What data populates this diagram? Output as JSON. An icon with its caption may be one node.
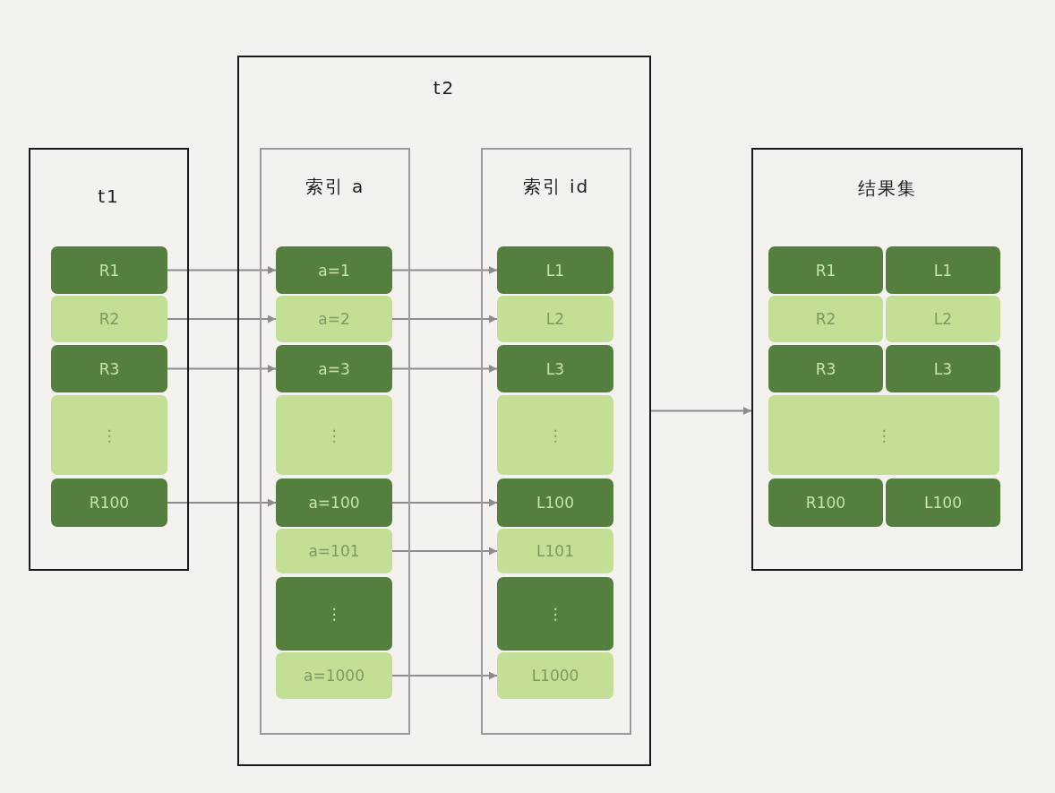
{
  "diagram": {
    "nodes": [
      {
        "text": [
          "t1"
        ]
      },
      {
        "text": [
          "R1"
        ],
        "in": 0
      },
      {
        "text": [
          "R2"
        ],
        "in": 0
      },
      {
        "text": [
          "R3"
        ],
        "in": 0
      },
      {
        "text": [
          "⋮"
        ],
        "in": 0
      },
      {
        "text": [
          "R100"
        ],
        "in": 0
      },
      {
        "text": [
          "t2"
        ]
      },
      {
        "text": [
          "索引 a"
        ],
        "in": 6
      },
      {
        "text": [
          "a=1"
        ],
        "in": 7
      },
      {
        "text": [
          "a=2"
        ],
        "in": 7
      },
      {
        "text": [
          "a=3"
        ],
        "in": 7
      },
      {
        "text": [
          "⋮"
        ],
        "in": 7
      },
      {
        "text": [
          "a=100"
        ],
        "in": 7
      },
      {
        "text": [
          "a=101"
        ],
        "in": 7
      },
      {
        "text": [
          "⋮"
        ],
        "in": 7
      },
      {
        "text": [
          "a=1000"
        ],
        "in": 7
      },
      {
        "text": [
          "索引 id"
        ],
        "in": 6
      },
      {
        "text": [
          "L1"
        ],
        "in": 16
      },
      {
        "text": [
          "L2"
        ],
        "in": 16
      },
      {
        "text": [
          "L3"
        ],
        "in": 16
      },
      {
        "text": [
          "⋮"
        ],
        "in": 16
      },
      {
        "text": [
          "L100"
        ],
        "in": 16
      },
      {
        "text": [
          "L101"
        ],
        "in": 16
      },
      {
        "text": [
          "⋮"
        ],
        "in": 16
      },
      {
        "text": [
          "L1000"
        ],
        "in": 16
      },
      {
        "text": [
          "结果集"
        ]
      },
      {
        "text": [
          "R1"
        ],
        "in": 25
      },
      {
        "text": [
          "L1"
        ],
        "in": 25
      },
      {
        "text": [
          "R2"
        ],
        "in": 25
      },
      {
        "text": [
          "L2"
        ],
        "in": 25
      },
      {
        "text": [
          "R3"
        ],
        "in": 25
      },
      {
        "text": [
          "L3"
        ],
        "in": 25
      },
      {
        "text": [
          "⋮"
        ],
        "in": 25
      },
      {
        "text": [
          "R100"
        ],
        "in": 25
      },
      {
        "text": [
          "L100"
        ],
        "in": 25
      }
    ],
    "edges": [
      {
        "from": 1,
        "to": 8,
        "arrow": "to"
      },
      {
        "from": 2,
        "to": 9,
        "arrow": "to"
      },
      {
        "from": 3,
        "to": 10,
        "arrow": "to"
      },
      {
        "from": 5,
        "to": 12,
        "arrow": "to"
      },
      {
        "from": 8,
        "to": 17,
        "arrow": "to"
      },
      {
        "from": 9,
        "to": 18,
        "arrow": "to"
      },
      {
        "from": 10,
        "to": 19,
        "arrow": "to"
      },
      {
        "from": 12,
        "to": 21,
        "arrow": "to"
      },
      {
        "from": 13,
        "to": 22,
        "arrow": "to"
      },
      {
        "from": 15,
        "to": 24,
        "arrow": "to"
      },
      {
        "from": 6,
        "to": 25,
        "arrow": "to"
      }
    ]
  }
}
